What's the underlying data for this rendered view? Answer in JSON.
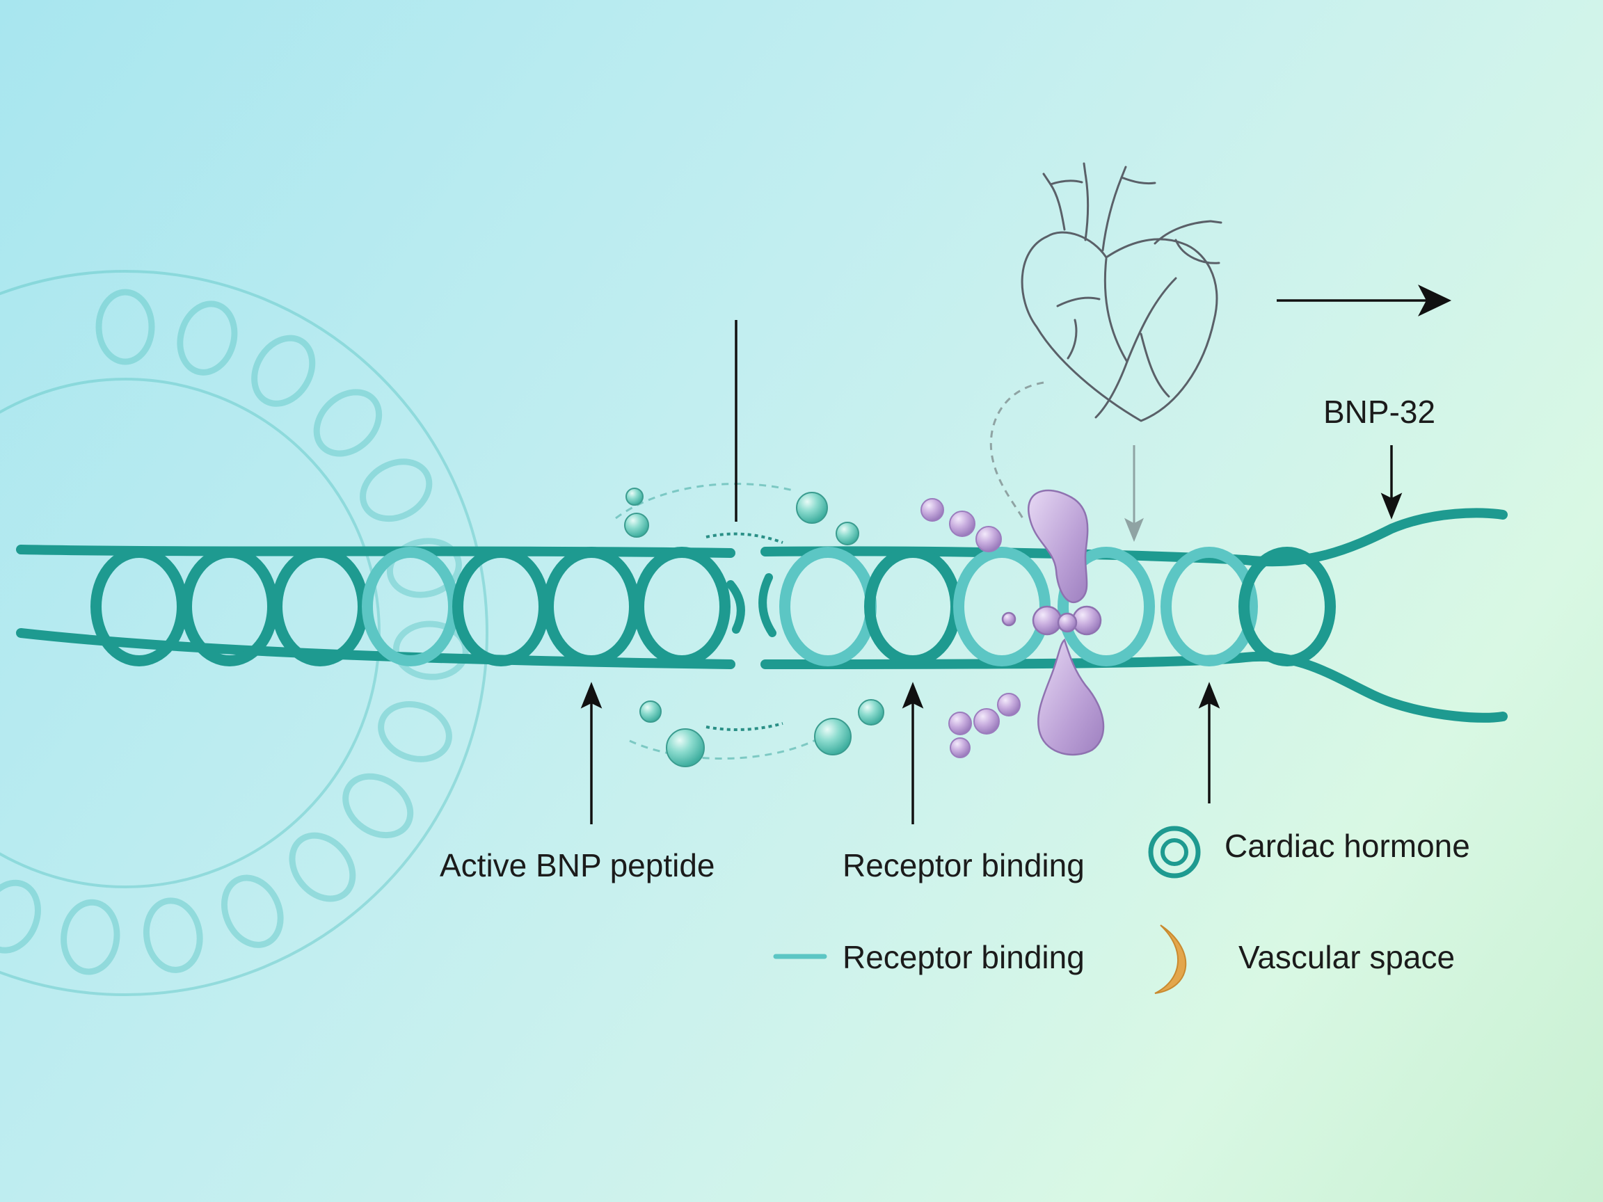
{
  "labels": {
    "bnp32": "BNP-32",
    "active_peptide": "Active BNP peptide",
    "receptor_binding_1": "Receptor binding"
  },
  "legend": {
    "items": [
      {
        "icon": "double-ring-icon",
        "label": "Cardiac hormone",
        "color": "#1e9a90"
      },
      {
        "icon": "line-swatch-icon",
        "label": "Receptor binding",
        "color": "#5cc6c4"
      },
      {
        "icon": "crescent-icon",
        "label": "Vascular space",
        "color": "#d59a3e"
      }
    ]
  },
  "colors": {
    "helix": "#1e9a90",
    "helix_light": "#5cc6c4",
    "ligand": "#c7a9dc",
    "bead_teal": "#7fd4c6",
    "bead_purple": "#c7a9dc",
    "outline": "#555e66"
  }
}
